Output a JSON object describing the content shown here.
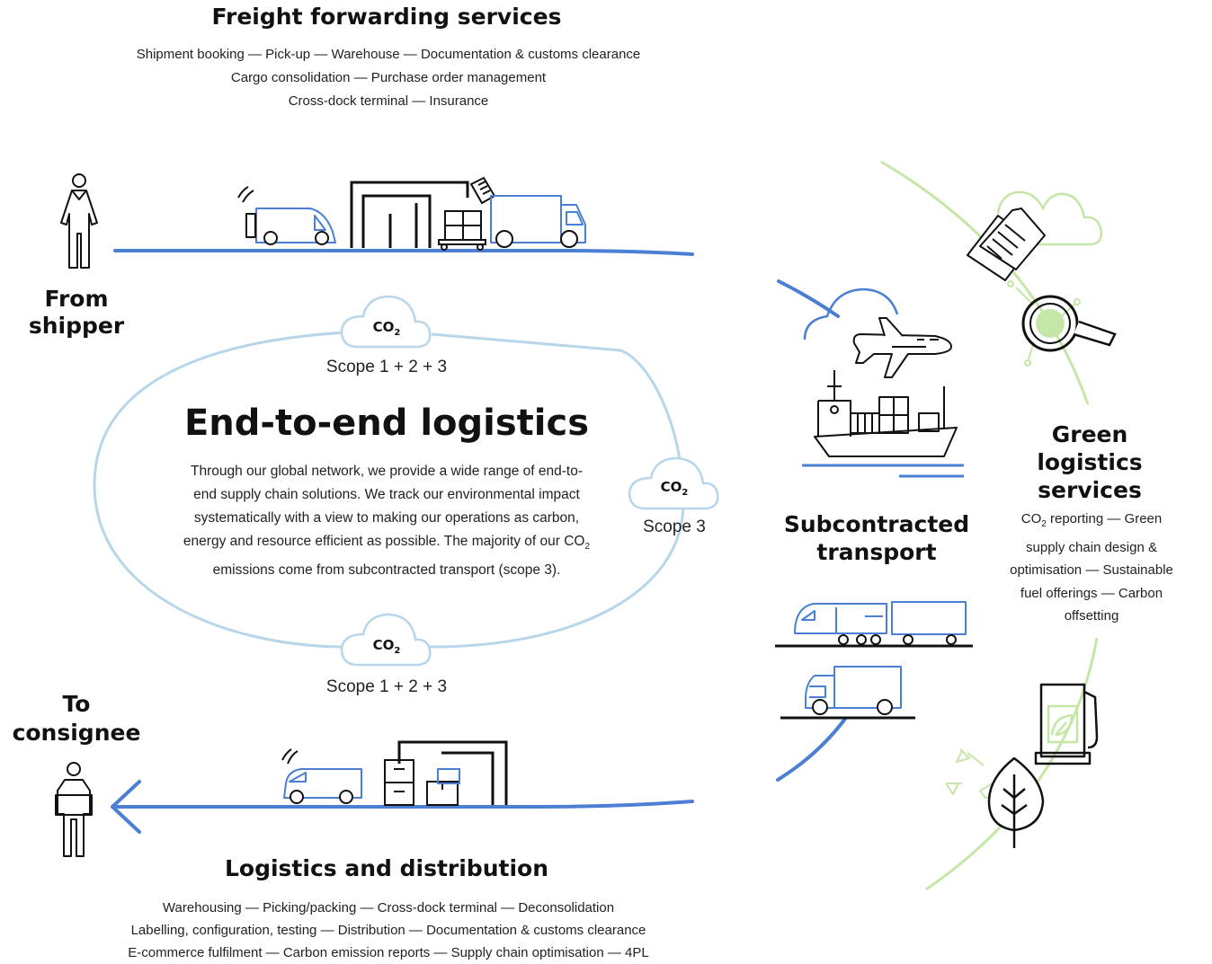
{
  "freight": {
    "title": "Freight forwarding services",
    "lines": [
      "Shipment booking — Pick-up — Warehouse — Documentation & customs clearance",
      "Cargo consolidation — Purchase order management",
      "Cross-dock terminal — Insurance"
    ]
  },
  "from_shipper": [
    "From",
    "shipper"
  ],
  "to_consignee": [
    "To",
    "consignee"
  ],
  "center": {
    "title": "End-to-end logistics",
    "body_lines": [
      "Through our global network, we provide a wide range of end-to-",
      "end supply chain solutions. We track our environmental impact",
      "systematically with a view to making our operations as carbon,",
      "energy and resource efficient as possible. The majority of our CO",
      "emissions come from subcontracted transport (scope 3)."
    ],
    "co2_subscript": "2"
  },
  "co2_label": "CO",
  "co2_sub": "2",
  "scopes": {
    "top": "Scope 1 + 2 + 3",
    "right": "Scope 3",
    "bottom": "Scope 1 + 2 + 3"
  },
  "subcontracted": [
    "Subcontracted",
    "transport"
  ],
  "green": {
    "title": [
      "Green",
      "logistics",
      "services"
    ],
    "lines_first_prefix": "CO",
    "lines_first_sub": "2",
    "lines": [
      " reporting — Green",
      "supply chain design &",
      "optimisation — Sustainable",
      "fuel offerings — Carbon",
      "offsetting"
    ]
  },
  "logistics": {
    "title": "Logistics and distribution",
    "lines": [
      "Warehousing — Picking/packing — Cross-dock terminal — Deconsolidation",
      "Labelling, configuration, testing — Distribution — Documentation & customs clearance",
      "E-commerce fulfilment — Carbon emission reports — Supply chain optimisation — 4PL"
    ]
  },
  "colors": {
    "blue": "#4a7fd4",
    "light_blue": "#b7d6ea",
    "green": "#c4e6a6",
    "black": "#111111"
  },
  "icons": [
    "person-icon",
    "van-icon",
    "warehouse-icon",
    "pallet-icon",
    "document-icon",
    "truck-icon",
    "cloud-icon",
    "airplane-icon",
    "ship-icon",
    "train-icon",
    "magnifier-icon",
    "fuel-pump-icon",
    "leaf-icon",
    "recycle-icon"
  ]
}
